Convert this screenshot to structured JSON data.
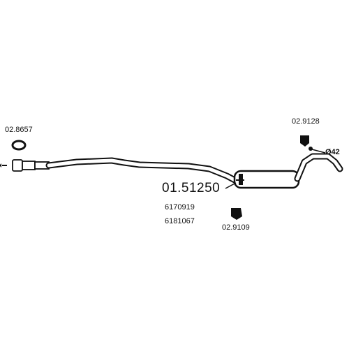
{
  "main_part_number": "01.51250",
  "oe_numbers": [
    "6170919",
    "6181067"
  ],
  "parts": {
    "gasket_left": "02.8657",
    "hanger_top_right": "02.9128",
    "hanger_bottom": "02.9109"
  },
  "pipe_diameter": "Ø42"
}
